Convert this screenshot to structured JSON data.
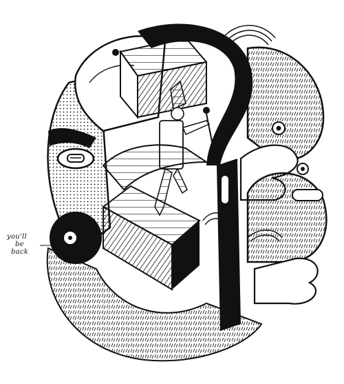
{
  "caption": {
    "line1": "you'll",
    "line2": "be",
    "line3": "back"
  },
  "colors": {
    "ink": "#111111",
    "paper": "#ffffff"
  }
}
